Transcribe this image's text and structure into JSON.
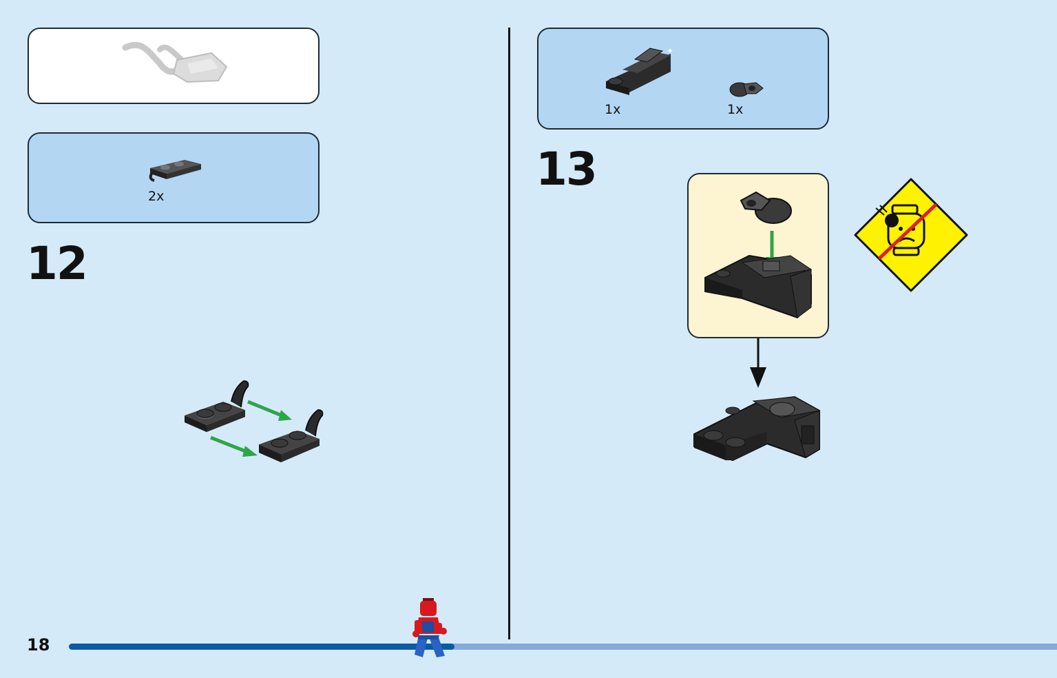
{
  "page_number": "18",
  "left_step": {
    "number": "12",
    "parts": [
      {
        "qty": "2x",
        "icon": "plate-1x2-clip-icon"
      }
    ],
    "previous_model_icon": "previous-assembly-icon"
  },
  "right_step": {
    "number": "13",
    "parts": [
      {
        "qty": "1x",
        "icon": "brick-bracket-icon"
      },
      {
        "qty": "1x",
        "icon": "clip-piece-icon"
      }
    ],
    "warning_icon": "no-eye-injury-warning-icon"
  },
  "colors": {
    "background": "#d4eaf9",
    "parts_box": "#b3d6f3",
    "subassembly_box": "#fdf4d2",
    "warning": "#fff200",
    "progress_done": "#0b5aa8",
    "progress_remaining": "#86a9d9",
    "arrow_green": "#2fa54a"
  },
  "progress": {
    "fraction": 0.39
  }
}
